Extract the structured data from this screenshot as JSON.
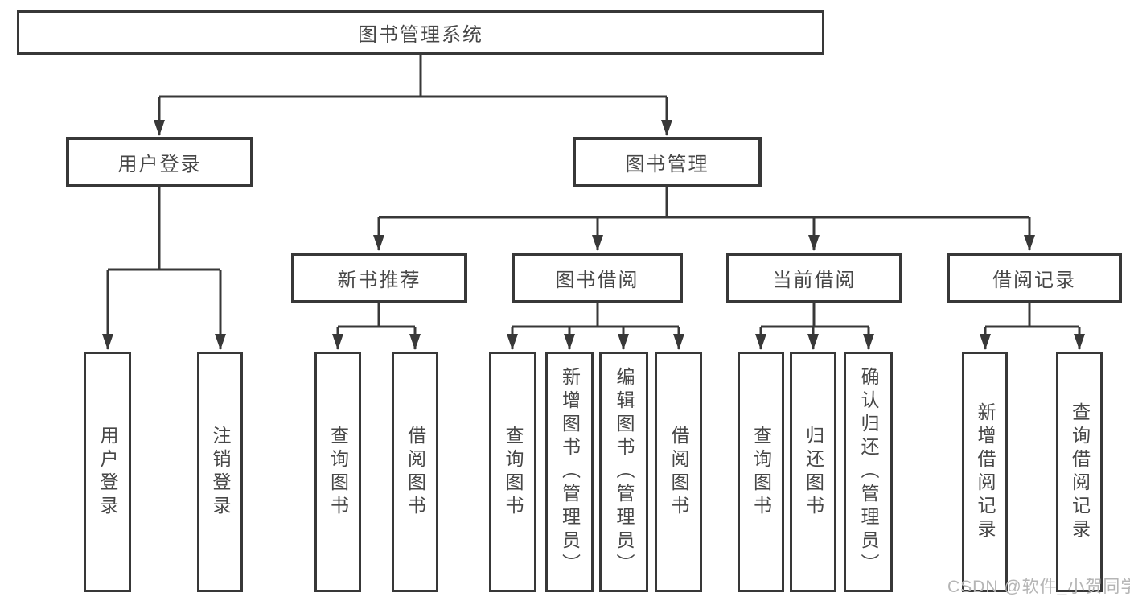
{
  "watermark": "CSDN @软件_小贺同学",
  "colors": {
    "line": "#383838",
    "text": "#474747",
    "background": "#ffffff",
    "watermark": "#b5b5b5"
  },
  "diagram": {
    "type": "hierarchy-tree",
    "root": "图书管理系统",
    "branches": [
      {
        "label": "用户登录",
        "children": [
          "用户登录",
          "注销登录"
        ]
      },
      {
        "label": "图书管理",
        "groups": [
          {
            "label": "新书推荐",
            "children": [
              "查询图书",
              "借阅图书"
            ]
          },
          {
            "label": "图书借阅",
            "children": [
              "查询图书",
              "新增图书（管理员）",
              "编辑图书（管理员）",
              "借阅图书"
            ]
          },
          {
            "label": "当前借阅",
            "children": [
              "查询图书",
              "归还图书",
              "确认归还（管理员）"
            ]
          },
          {
            "label": "借阅记录",
            "children": [
              "新增借阅记录",
              "查询借阅记录"
            ]
          }
        ]
      }
    ]
  }
}
